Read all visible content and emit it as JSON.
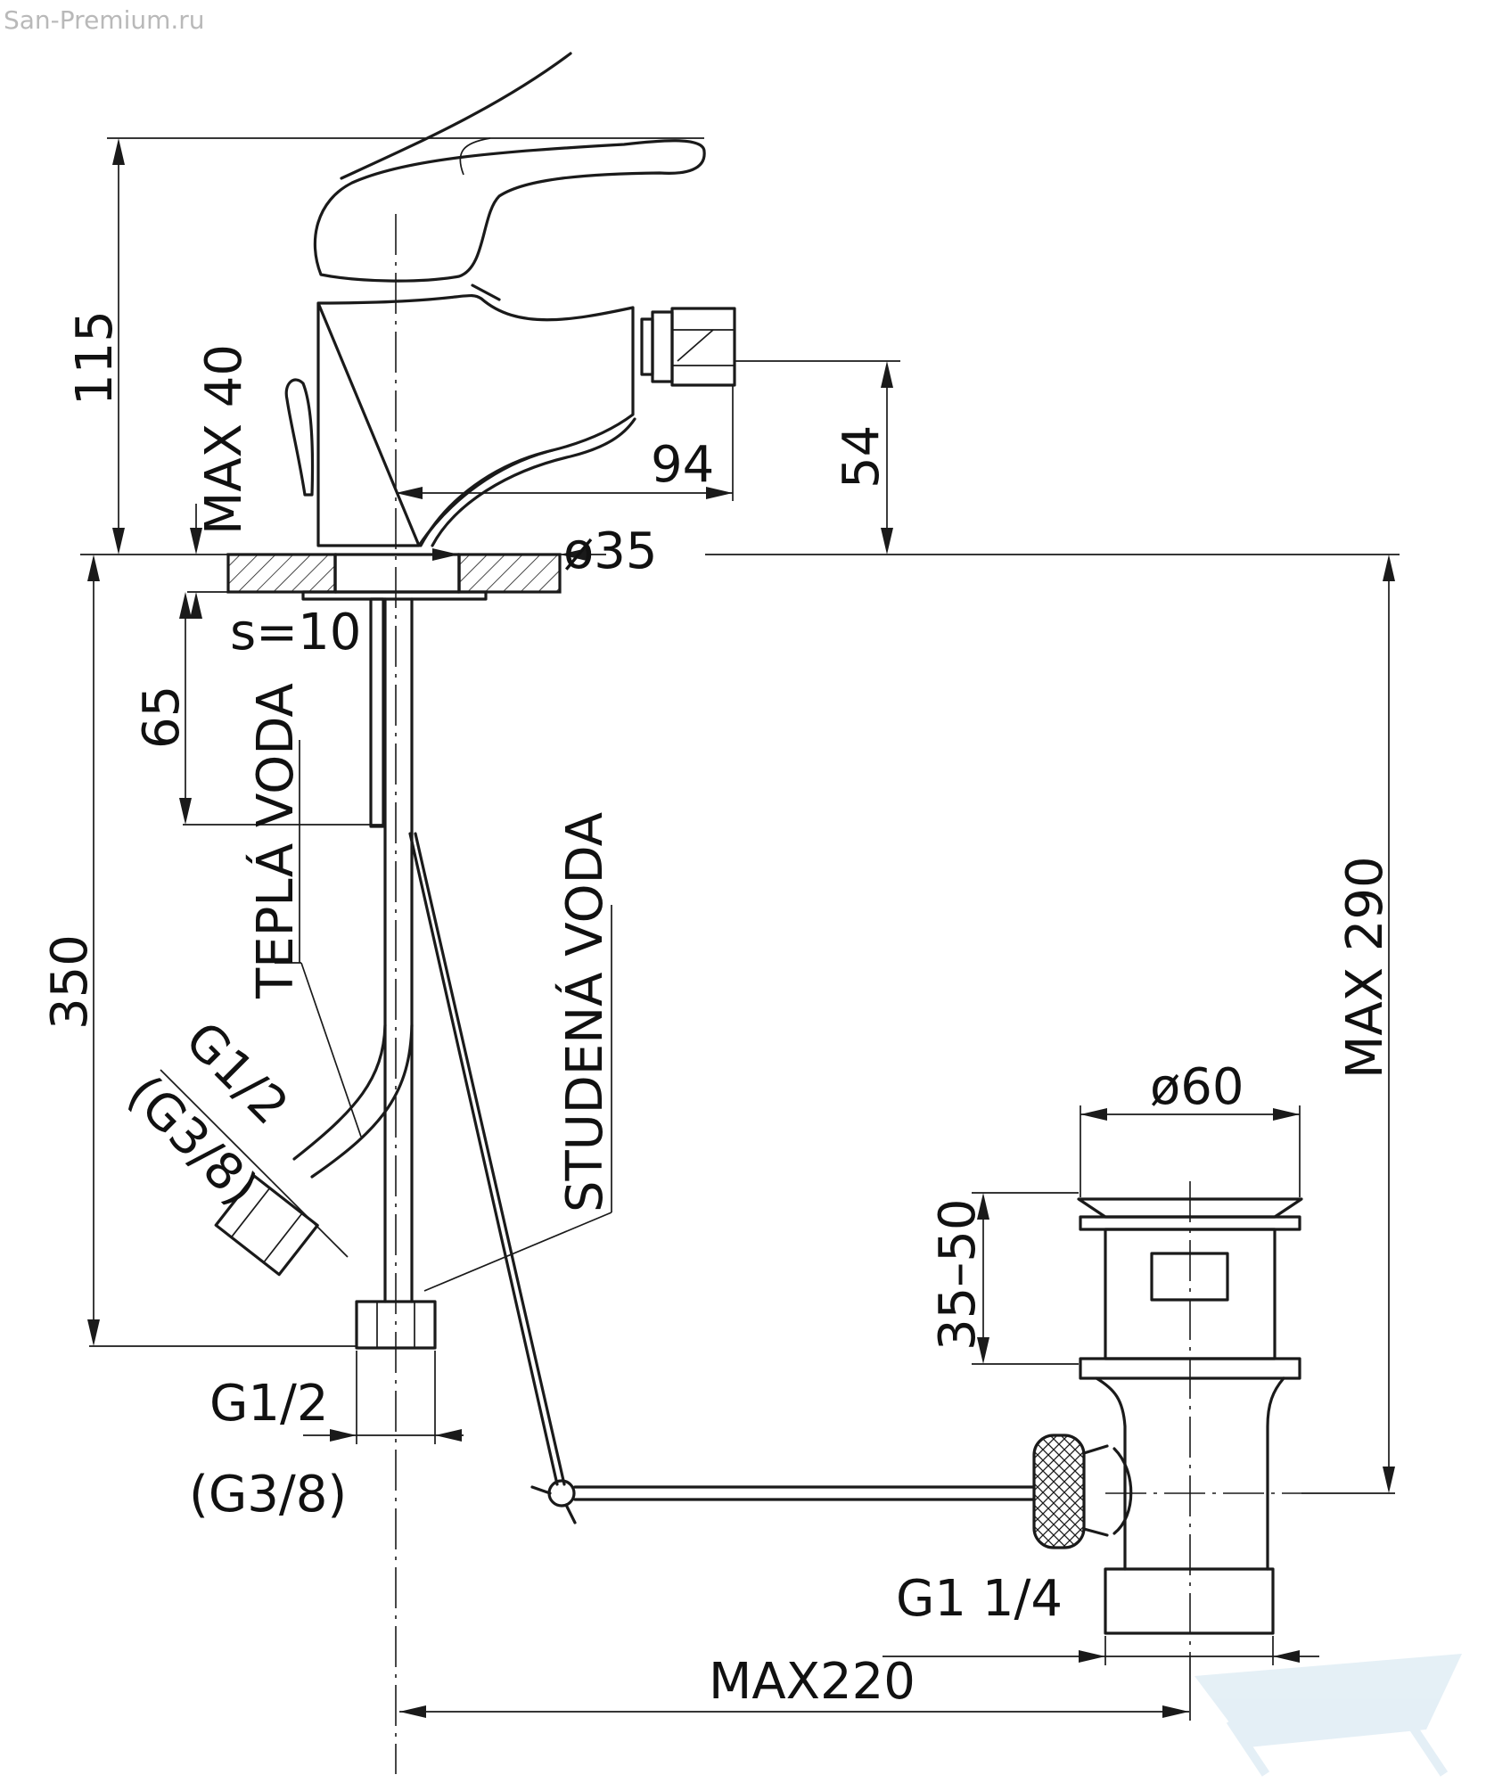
{
  "watermark": {
    "site": "San-Premium.ru"
  },
  "labels": {
    "height_total": "115",
    "max_deck": "MAX 40",
    "spout_reach": "94",
    "outlet_height": "54",
    "flange_diameter": "ø35",
    "washer": "s=10",
    "stud_length": "65",
    "hose_length": "350",
    "hot_water": "TEPLÁ VODA",
    "cold_water": "STUDENÁ VODA",
    "thread_side_main": "G1/2",
    "thread_side_alt": "(G3/8)",
    "thread_bottom_main": "G1/2",
    "thread_bottom_alt": "(G3/8)",
    "drain_diameter": "ø60",
    "drain_height": "35–50",
    "max_waste": "MAX 290",
    "waste_thread": "G1  1/4",
    "max_reach": "MAX220"
  },
  "colors": {
    "ink": "#1a1a1a",
    "watermark": "#b9b9b9",
    "logo": "#cfe3ef"
  },
  "icons": {
    "logo": "bathtub-logo-icon"
  }
}
